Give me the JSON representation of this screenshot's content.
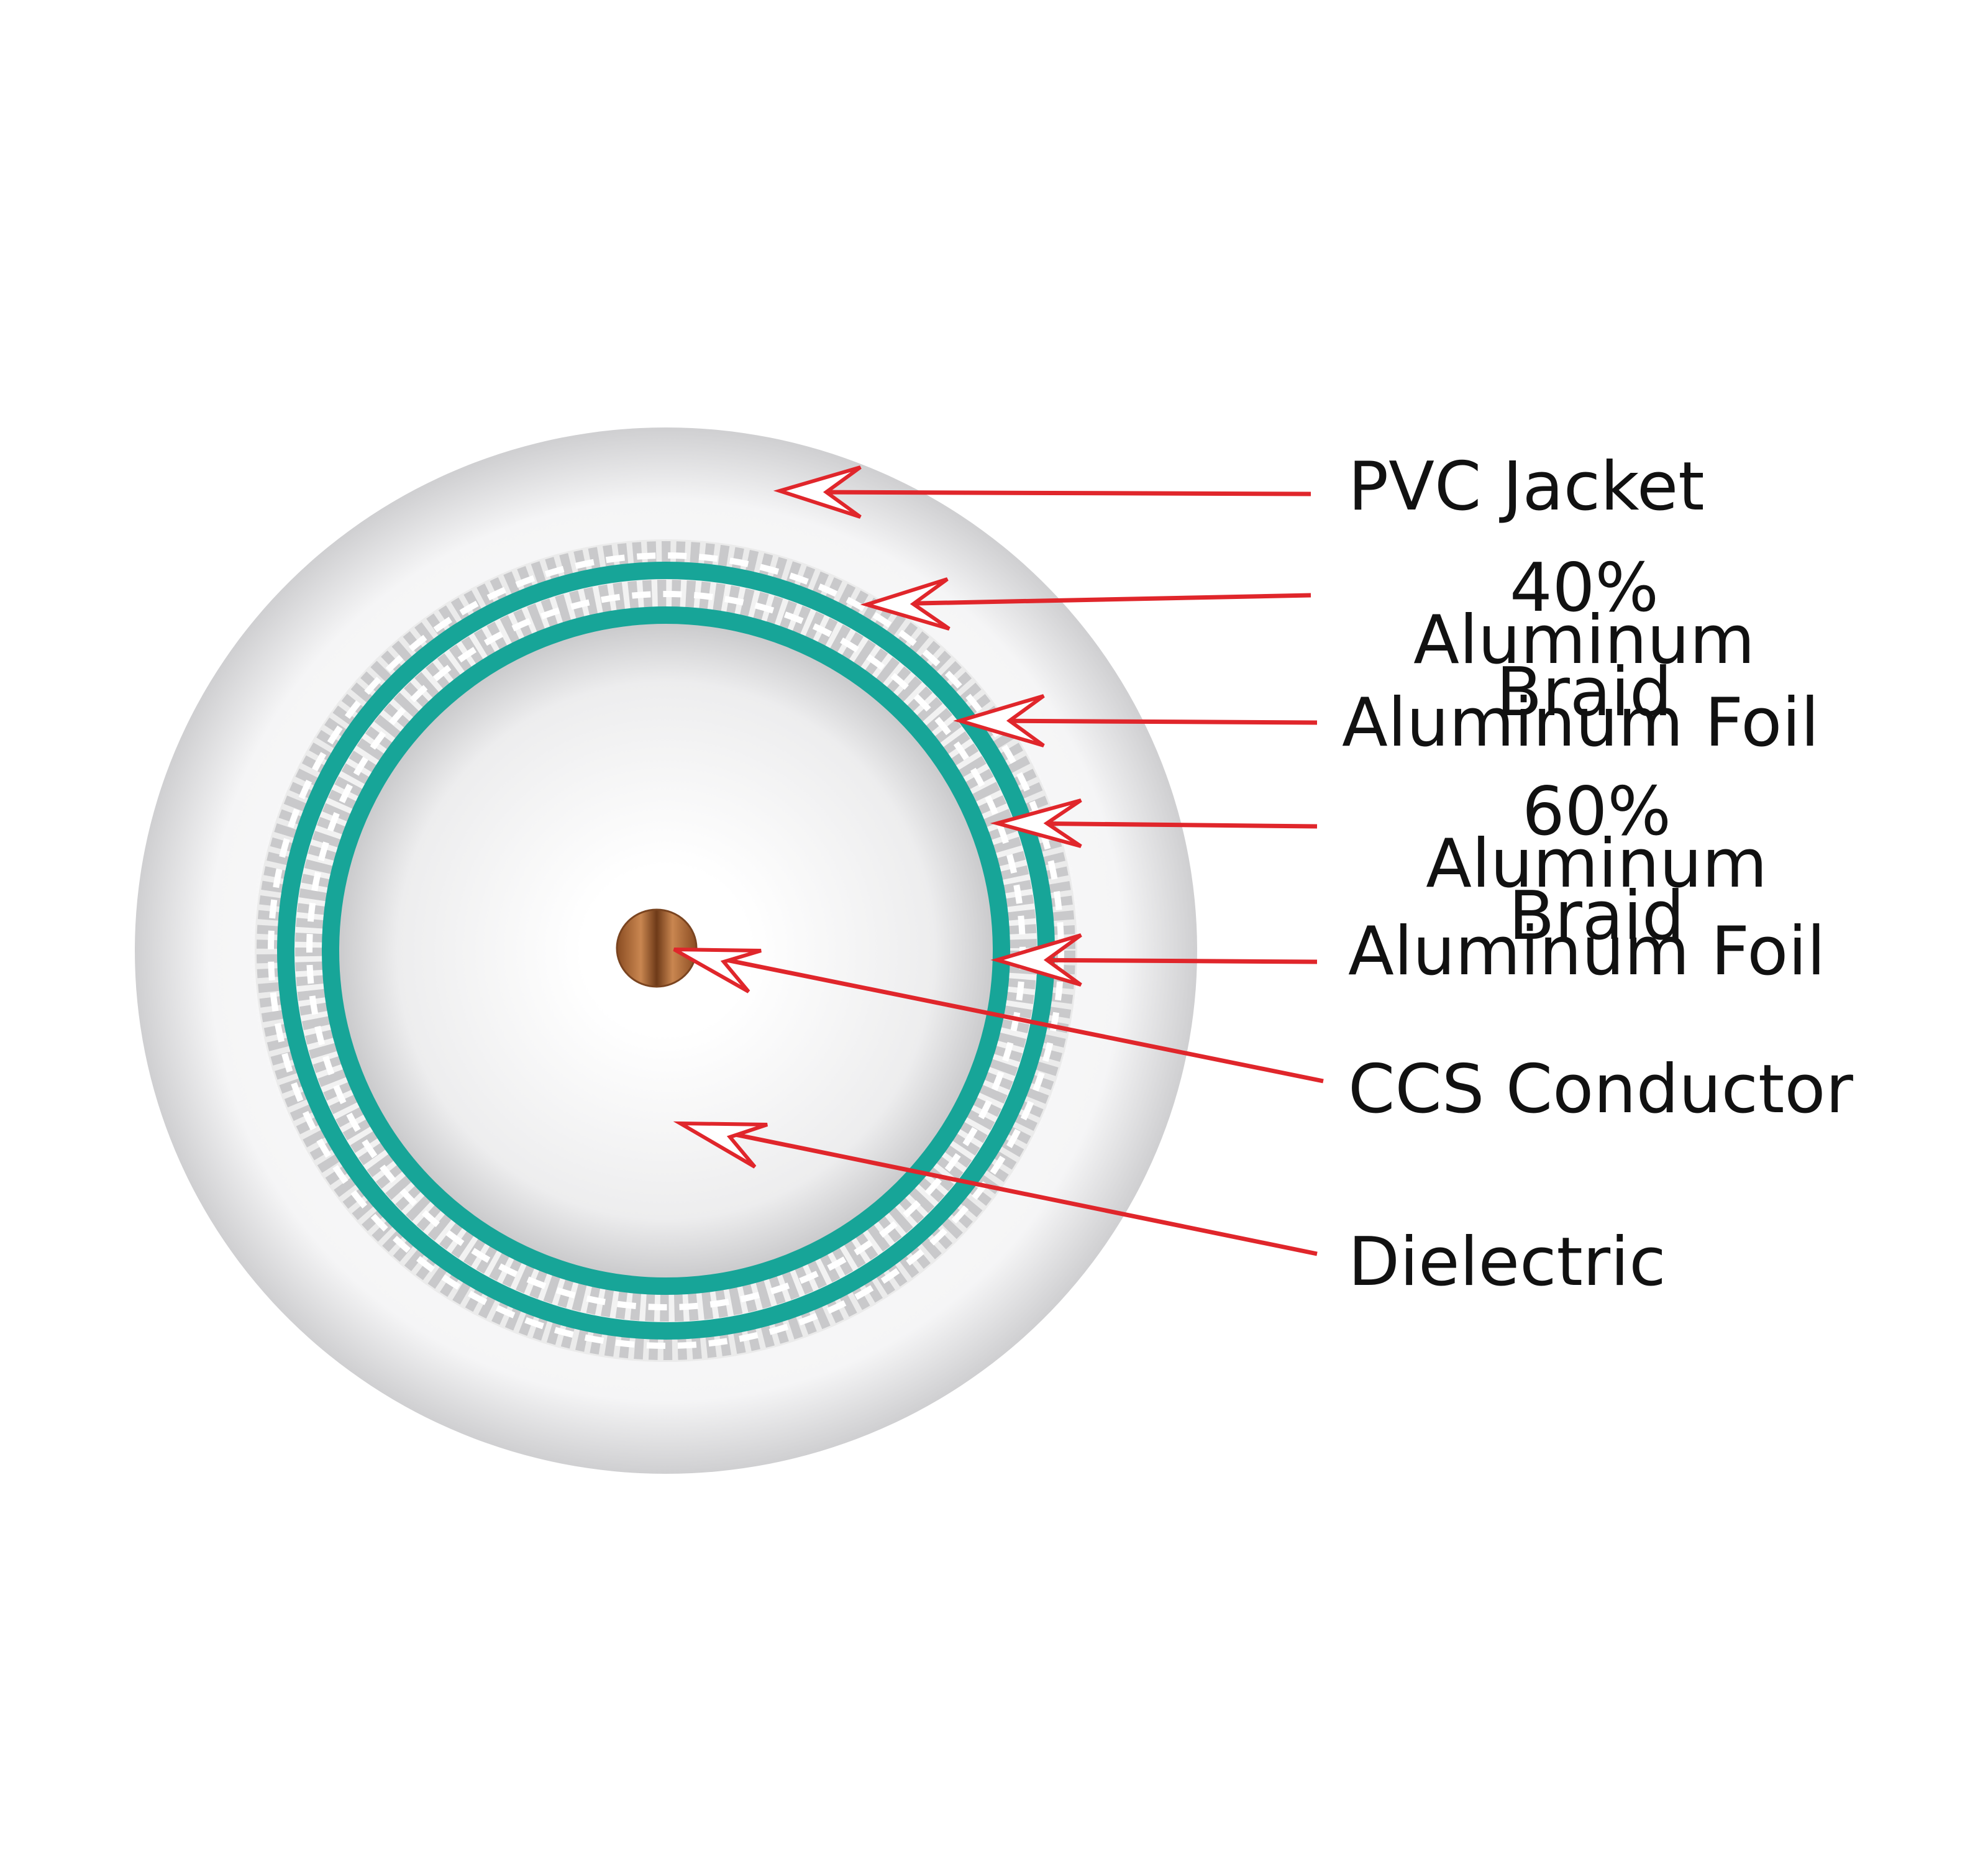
{
  "labels": {
    "pvc_jacket": "PVC Jacket",
    "braid_40": "40% Aluminum Braid",
    "foil_outer": "Aluminum Foil",
    "braid_60": "60% Aluminum Braid",
    "foil_inner": "Aluminum Foil",
    "ccs_conductor": "CCS Conductor",
    "dielectric": "Dielectric"
  },
  "colors": {
    "jacket": "#f3f3f4",
    "braid": "#c9c9cb",
    "foil": "#17a598",
    "dielectric": "#ededee",
    "conductor": "#b3743f",
    "arrow": "#e0262b"
  }
}
